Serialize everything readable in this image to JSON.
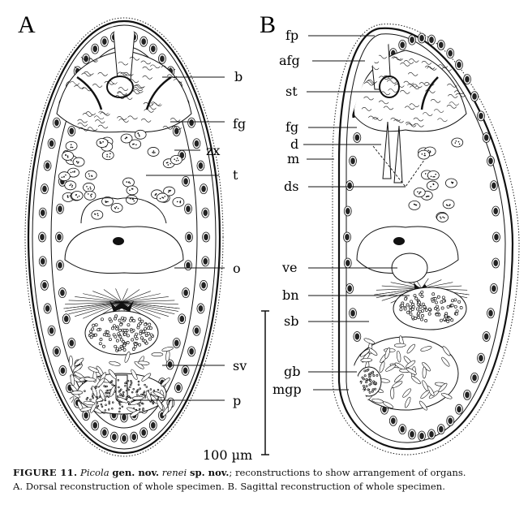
{
  "figure": {
    "panel_a": {
      "letter": "A",
      "labels": {
        "b": "b",
        "fg": "fg",
        "zx": "zx",
        "t": "t",
        "o": "o",
        "sv": "sv",
        "p": "p"
      }
    },
    "panel_b": {
      "letter": "B",
      "labels": {
        "fp": "fp",
        "afg": "afg",
        "st": "st",
        "fg": "fg",
        "d": "d",
        "m": "m",
        "ds": "ds",
        "ve": "ve",
        "bn": "bn",
        "sb": "sb",
        "gb": "gb",
        "mgp": "mgp"
      }
    },
    "scale_bar": {
      "label": "100 µm"
    }
  },
  "caption": {
    "figure_number": "FIGURE 11.",
    "genus": "Picola",
    "genus_status": "gen. nov.",
    "species": "renei",
    "species_status": "sp. nov.",
    "line1_rest": "; reconstructions to show arrangement of organs.",
    "line2": "A. Dorsal reconstruction of whole specimen. B. Sagittal reconstruction of whole specimen."
  }
}
